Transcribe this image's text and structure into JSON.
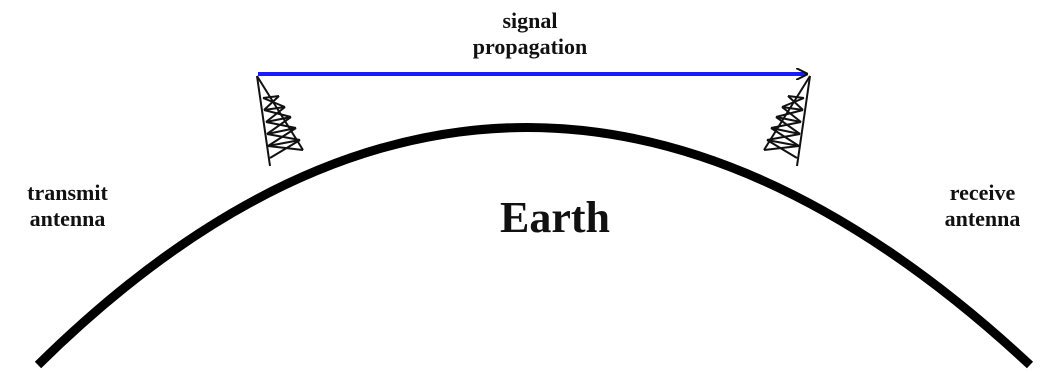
{
  "diagram": {
    "signal_label": [
      "signal",
      "propagation"
    ],
    "transmit_label": [
      "transmit",
      "antenna"
    ],
    "receive_label": [
      "receive",
      "antenna"
    ],
    "earth_label": "Earth"
  },
  "colors": {
    "signal_arrow": "#1a1aff",
    "earth_curve": "#000000",
    "tower": "#111111",
    "text": "#111111"
  },
  "icons": {
    "transmit_tower": "lattice-tower-icon",
    "receive_tower": "lattice-tower-icon"
  }
}
